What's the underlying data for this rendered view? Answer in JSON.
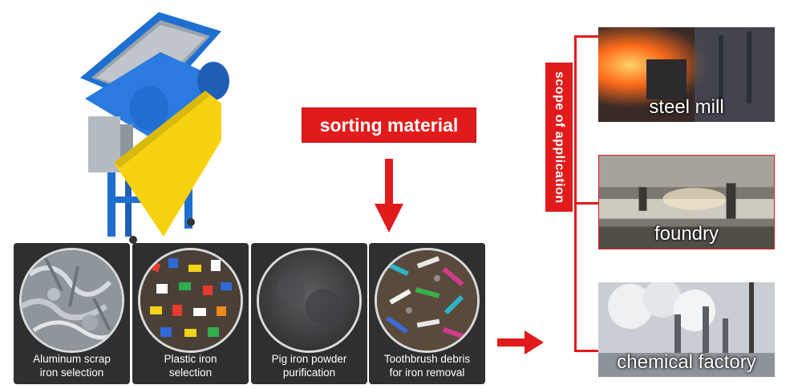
{
  "sorting_label": "sorting material",
  "scope_label": "scope of application",
  "materials": [
    {
      "line1": "Aluminum scrap",
      "line2": "iron selection"
    },
    {
      "line1": "Plastic iron",
      "line2": "selection"
    },
    {
      "line1": "Pig iron powder",
      "line2": "purification"
    },
    {
      "line1": "Toothbrush debris",
      "line2": "for iron removal"
    }
  ],
  "applications": [
    "steel mill",
    "foundry",
    "chemical factory"
  ],
  "colors": {
    "accent": "#e11b1b",
    "card_bg": "#2d2f31",
    "machine_blue": "#1f6fd1",
    "machine_yellow": "#f6d20f"
  }
}
